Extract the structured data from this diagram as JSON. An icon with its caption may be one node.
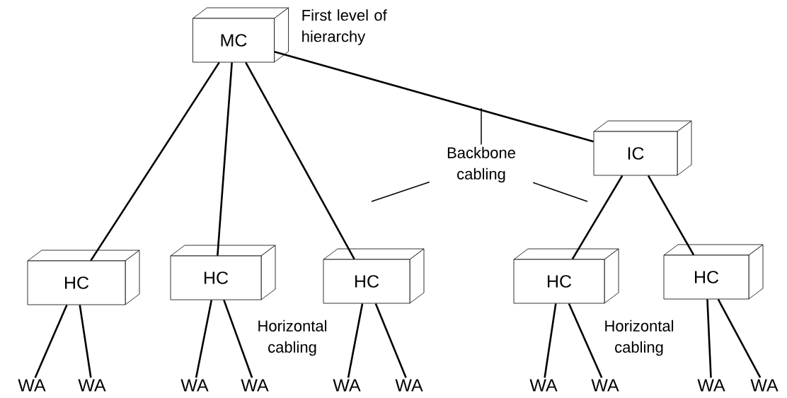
{
  "diagram": {
    "nodes": [
      {
        "text": [
          "MC"
        ],
        "beside": [
          "First level of hierarchy"
        ]
      },
      {
        "text": [
          "IC"
        ]
      },
      {
        "text": [
          "HC"
        ]
      },
      {
        "text": [
          "HC"
        ]
      },
      {
        "text": [
          "HC"
        ]
      },
      {
        "text": [
          "HC"
        ]
      },
      {
        "text": [
          "HC"
        ]
      },
      {
        "text": [
          "WA"
        ]
      },
      {
        "text": [
          "WA"
        ]
      },
      {
        "text": [
          "WA"
        ]
      },
      {
        "text": [
          "WA"
        ]
      },
      {
        "text": [
          "WA"
        ]
      },
      {
        "text": [
          "WA"
        ]
      },
      {
        "text": [
          "WA"
        ]
      },
      {
        "text": [
          "WA"
        ]
      },
      {
        "text": [
          "WA"
        ]
      },
      {
        "text": [
          "WA"
        ]
      },
      {
        "text": [
          "Backbone cabling"
        ]
      }
    ],
    "edges": [
      {
        "from": 0,
        "to": 1,
        "arrow": "none"
      },
      {
        "from": 0,
        "to": 2,
        "arrow": "none"
      },
      {
        "from": 0,
        "to": 3,
        "arrow": "none"
      },
      {
        "from": 0,
        "to": 4,
        "arrow": "none"
      },
      {
        "from": 1,
        "to": 5,
        "arrow": "none"
      },
      {
        "from": 1,
        "to": 6,
        "arrow": "none"
      },
      {
        "from": 2,
        "to": 7,
        "arrow": "none"
      },
      {
        "from": 2,
        "to": 8,
        "arrow": "none"
      },
      {
        "from": 3,
        "to": 9,
        "arrow": "none"
      },
      {
        "from": 3,
        "to": 10,
        "arrow": "none"
      },
      {
        "from": 4,
        "to": 11,
        "arrow": "none"
      },
      {
        "from": 4,
        "to": 12,
        "arrow": "none"
      },
      {
        "from": 5,
        "to": 13,
        "arrow": "none"
      },
      {
        "from": 5,
        "to": 14,
        "arrow": "none"
      },
      {
        "from": 6,
        "to": 15,
        "arrow": "none"
      },
      {
        "from": 6,
        "to": 16,
        "arrow": "none"
      },
      {
        "from": 17,
        "to": null,
        "arrow": "none"
      },
      {
        "from": 17,
        "to": null,
        "arrow": "none"
      },
      {
        "from": 17,
        "to": null,
        "arrow": "none"
      }
    ],
    "labels": [
      "Horizontal cabling",
      "Horizontal cabling"
    ]
  }
}
